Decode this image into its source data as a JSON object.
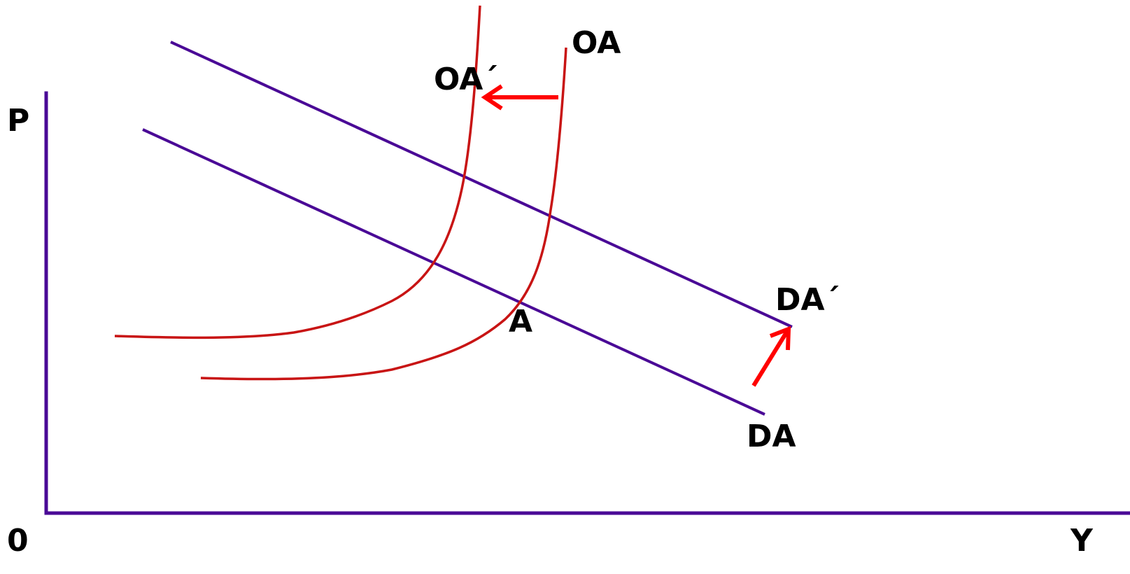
{
  "labels": {
    "origin": "0",
    "y_axis": "P",
    "x_axis": "Y",
    "supply_original": "OA",
    "supply_shifted": "OA´",
    "demand_original": "DA",
    "demand_shifted": "DA´",
    "equilibrium": "A"
  },
  "colors": {
    "axis": "#4a0a96",
    "demand": "#4a0a96",
    "supply": "#c81414",
    "shift_arrow": "#ff0000",
    "text": "#000000"
  }
}
